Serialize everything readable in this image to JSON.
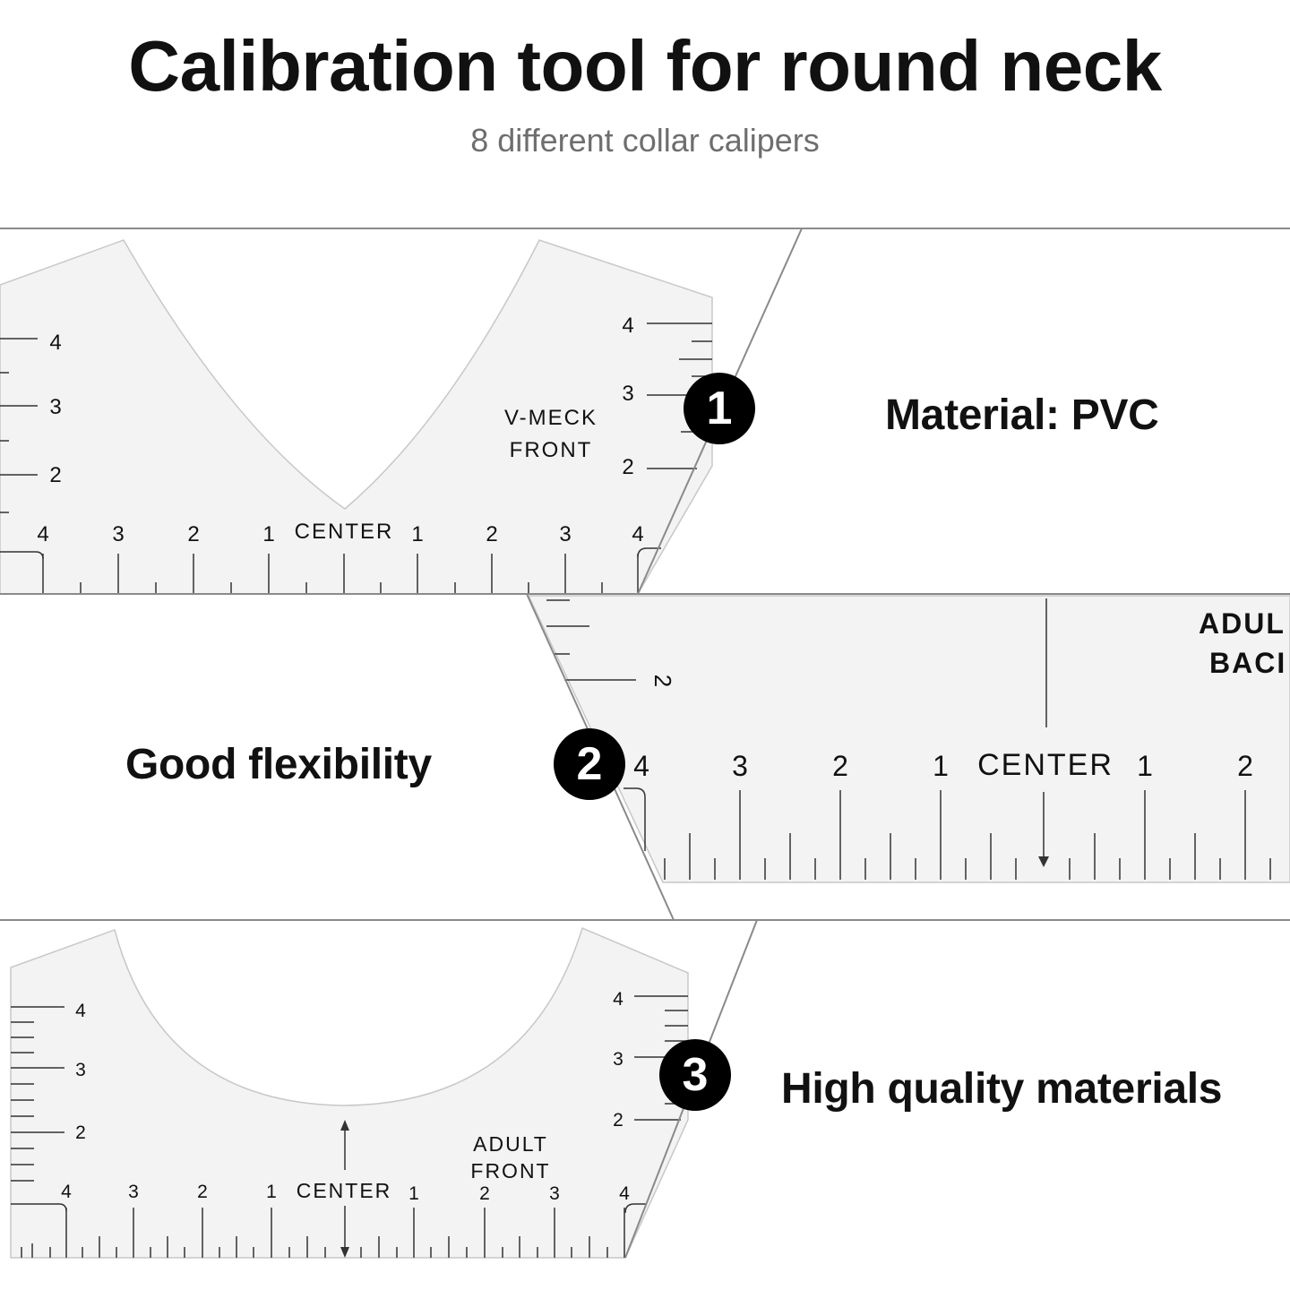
{
  "header": {
    "title": "Calibration tool for round neck",
    "subtitle": "8 different collar calipers"
  },
  "features": [
    {
      "number": "1",
      "text": "Material: PVC"
    },
    {
      "number": "2",
      "text": "Good flexibility"
    },
    {
      "number": "3",
      "text": "High quality materials"
    }
  ],
  "rulers": {
    "v_neck": {
      "name_line1": "V-MECK",
      "name_line2": "FRONT",
      "center": "CENTER",
      "side_left": [
        "4",
        "3",
        "2"
      ],
      "side_right": [
        "4",
        "3",
        "2"
      ],
      "bottom": [
        "4",
        "3",
        "2",
        "1",
        "1",
        "2",
        "3",
        "4"
      ]
    },
    "adult_back": {
      "name_line1": "ADUL",
      "name_line2": "BACI",
      "center": "CENTER",
      "side": [
        "2"
      ],
      "bottom": [
        "4",
        "3",
        "2",
        "1",
        "1",
        "2"
      ]
    },
    "adult_front": {
      "name_line1": "ADULT",
      "name_line2": "FRONT",
      "center": "CENTER",
      "side_left": [
        "4",
        "3",
        "2"
      ],
      "side_right": [
        "4",
        "3",
        "2"
      ],
      "bottom": [
        "4",
        "3",
        "2",
        "1",
        "1",
        "2",
        "3",
        "4"
      ]
    }
  },
  "colors": {
    "ruler_fill": "#f3f3f3",
    "ruler_edge": "#c8c8c8",
    "divider": "#8a8a8a",
    "badge": "#000000"
  }
}
